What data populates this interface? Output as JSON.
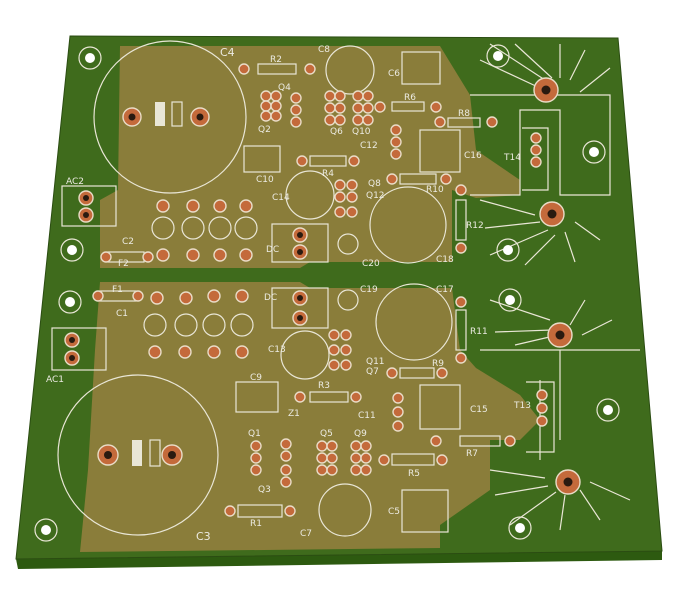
{
  "board": {
    "colors": {
      "solder_mask": "#3f6b1c",
      "copper_pour": "#8a7d3a",
      "silkscreen": "#e9e6d6",
      "pad": "#c46a3b"
    },
    "top_labels": {
      "c4": "C4",
      "c8": "C8",
      "r2": "R2",
      "c6": "C6",
      "q4": "Q4",
      "r6": "R6",
      "r8": "R8",
      "q2": "Q2",
      "q6": "Q6",
      "q10": "Q10",
      "c12": "C12",
      "c16": "C16",
      "t14": "T14",
      "c10": "C10",
      "r4": "R4",
      "q8": "Q8",
      "q12": "Q12",
      "r10": "R10",
      "c14": "C14",
      "r12": "R12",
      "ac2": "AC2",
      "c2": "C2",
      "f2": "F2",
      "dc": "DC",
      "c20": "C20",
      "c18": "C18"
    },
    "bottom_labels": {
      "f1": "F1",
      "c1": "C1",
      "ac1": "AC1",
      "dc": "DC",
      "c19": "C19",
      "c17": "C17",
      "r11": "R11",
      "c13": "C13",
      "q11": "Q11",
      "q7": "Q7",
      "r9": "R9",
      "c9": "C9",
      "r3": "R3",
      "t13": "T13",
      "z1": "Z1",
      "c11": "C11",
      "c15": "C15",
      "q1": "Q1",
      "q5": "Q5",
      "q9": "Q9",
      "r7": "R7",
      "q3": "Q3",
      "r5": "R5",
      "c5": "C5",
      "r1": "R1",
      "c7": "C7",
      "c3": "C3"
    }
  }
}
